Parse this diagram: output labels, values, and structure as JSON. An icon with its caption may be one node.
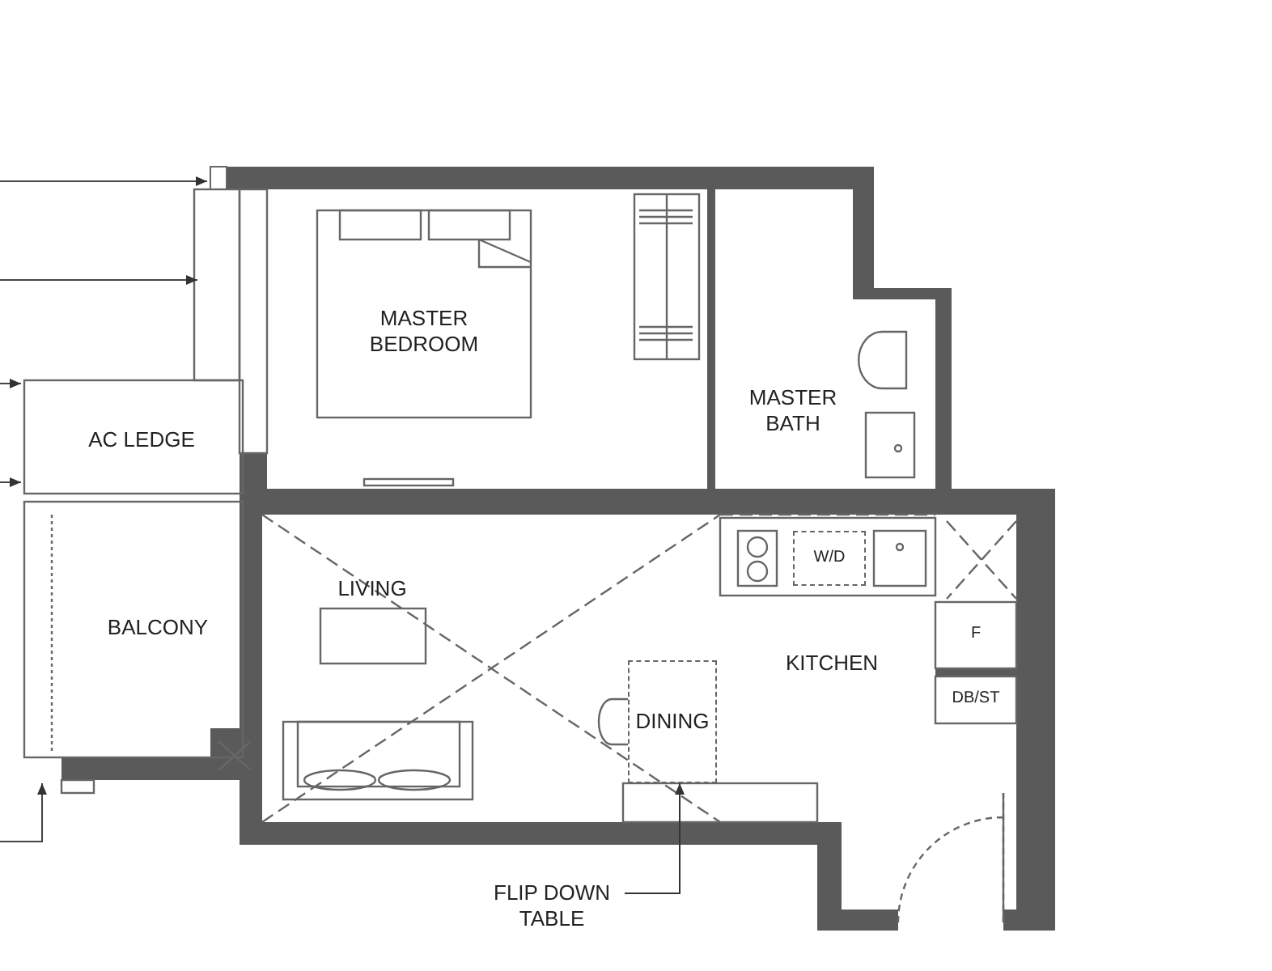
{
  "diagram": {
    "nodes": [
      {
        "text": [
          "MASTER BEDROOM"
        ]
      },
      {
        "text": [
          "W/D"
        ]
      },
      {
        "text": [
          "F"
        ]
      },
      {
        "text": [
          "DB/ST"
        ]
      },
      {
        "text": [
          "DINING"
        ]
      },
      {
        "text": [
          "FLIP DOWN TABLE"
        ]
      }
    ],
    "edges": [
      {
        "from": 5,
        "to": 4,
        "arrow": "to"
      }
    ],
    "labels": [
      "AC LEDGE",
      "MASTER BATH",
      "BALCONY",
      "LIVING",
      "KITCHEN"
    ]
  }
}
